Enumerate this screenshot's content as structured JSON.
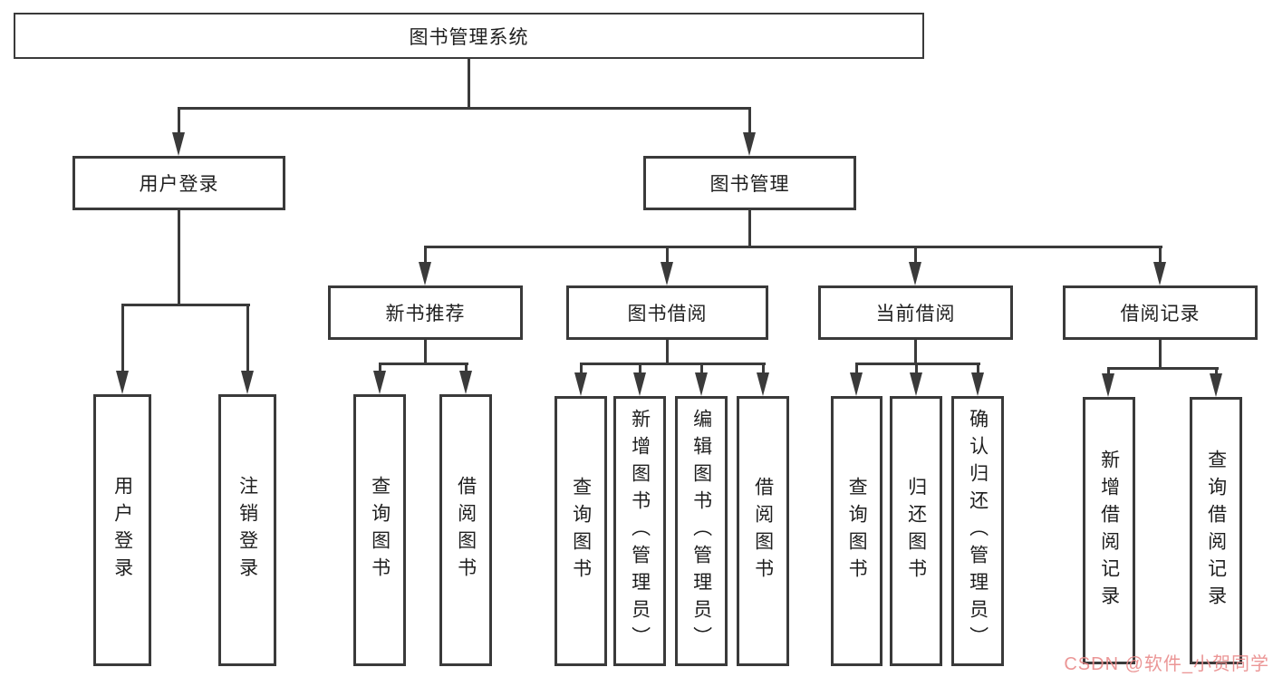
{
  "diagram": {
    "root": {
      "label": "图书管理系统"
    },
    "branches": [
      {
        "label": "用户登录",
        "children": [
          {
            "label": "用户登录"
          },
          {
            "label": "注销登录"
          }
        ]
      },
      {
        "label": "图书管理",
        "children": [
          {
            "label": "新书推荐",
            "children": [
              {
                "label": "查询图书"
              },
              {
                "label": "借阅图书"
              }
            ]
          },
          {
            "label": "图书借阅",
            "children": [
              {
                "label": "查询图书"
              },
              {
                "label": "新增图书（管理员）"
              },
              {
                "label": "编辑图书（管理员）"
              },
              {
                "label": "借阅图书"
              }
            ]
          },
          {
            "label": "当前借阅",
            "children": [
              {
                "label": "查询图书"
              },
              {
                "label": "归还图书"
              },
              {
                "label": "确认归还（管理员）"
              }
            ]
          },
          {
            "label": "借阅记录",
            "children": [
              {
                "label": "新增借阅记录"
              },
              {
                "label": "查询借阅记录"
              }
            ]
          }
        ]
      }
    ]
  },
  "watermark": {
    "text": "CSDN @软件_小贺同学",
    "color": "#E98B8B"
  },
  "colors": {
    "background": "#FFFFFF",
    "line": "#3A3A3A",
    "box_border": "#3A3A3A",
    "text": "#1F1F1F"
  }
}
